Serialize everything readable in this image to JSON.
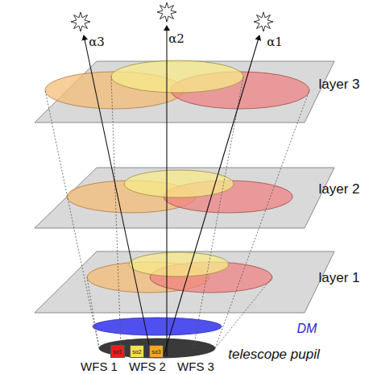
{
  "diagram": {
    "nodes": [
      {
        "text": [
          "sα1"
        ]
      },
      {
        "text": [
          "sα2"
        ]
      },
      {
        "text": [
          "sα3"
        ]
      }
    ],
    "labels": [
      "α3",
      "α2",
      "α1",
      "layer 3",
      "layer 2",
      "layer 1",
      "DM",
      "telescope pupil",
      "WFS 1",
      "WFS 2",
      "WFS 3"
    ]
  }
}
